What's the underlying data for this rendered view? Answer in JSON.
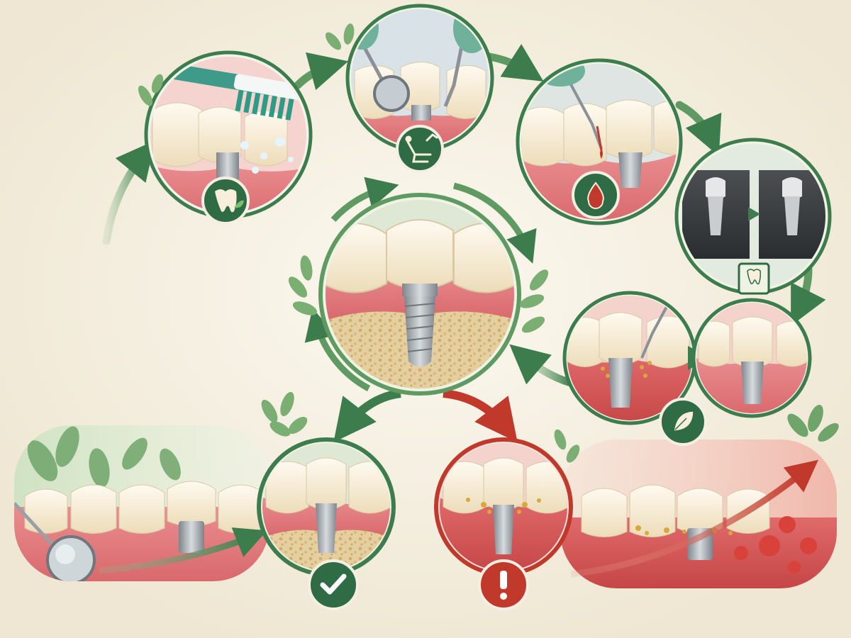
{
  "colors": {
    "background": "#f6f1e4",
    "green_dark": "#2f6b45",
    "green_mid": "#5e9a62",
    "green_light": "#9cc596",
    "red": "#c0392b",
    "red_light": "#e8a396",
    "gum": "#e88c8e",
    "gum_dark": "#c9575c",
    "tooth": "#f7efdc",
    "tooth_shadow": "#d9c9a6",
    "metal": "#a9aeb3",
    "bone": "#e8d3a8",
    "plaque": "#d6a93a"
  },
  "stages": [
    {
      "id": "home-care",
      "icon": "tooth-leaf-icon"
    },
    {
      "id": "dental-checkup",
      "icon": "dental-chair-icon"
    },
    {
      "id": "bleeding-probe",
      "icon": "blood-drop-icon"
    },
    {
      "id": "xray-monitoring",
      "icon": "xray-tooth-icon"
    },
    {
      "id": "professional-cleaning",
      "icon": "leaf-icon"
    }
  ],
  "outcomes": [
    {
      "id": "healthy-outcome",
      "icon": "check-icon"
    },
    {
      "id": "peri-implantitis-outcome",
      "icon": "exclamation-icon"
    }
  ]
}
